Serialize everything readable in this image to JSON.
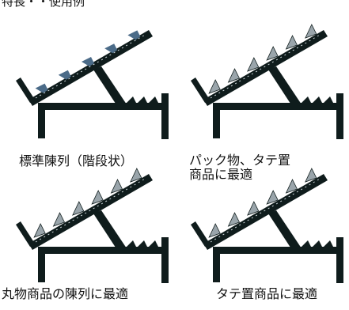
{
  "header": {
    "title": "特長・・使用例"
  },
  "panels": [
    {
      "caption_line1": "標準陳列（階段状）",
      "caption_line2": "",
      "marker": "hook"
    },
    {
      "caption_line1": "パック物、タテ置",
      "caption_line2": "商品に最適",
      "marker": "spike"
    },
    {
      "caption_line1": "丸物商品の陳列に最適",
      "caption_line2": "",
      "marker": "spike"
    },
    {
      "caption_line1": "タテ置商品に最適",
      "caption_line2": "",
      "marker": "spike"
    }
  ],
  "colors": {
    "frame": "#0f1c1c",
    "hook": "#4b6b88",
    "spike": "#9aa5ab"
  }
}
